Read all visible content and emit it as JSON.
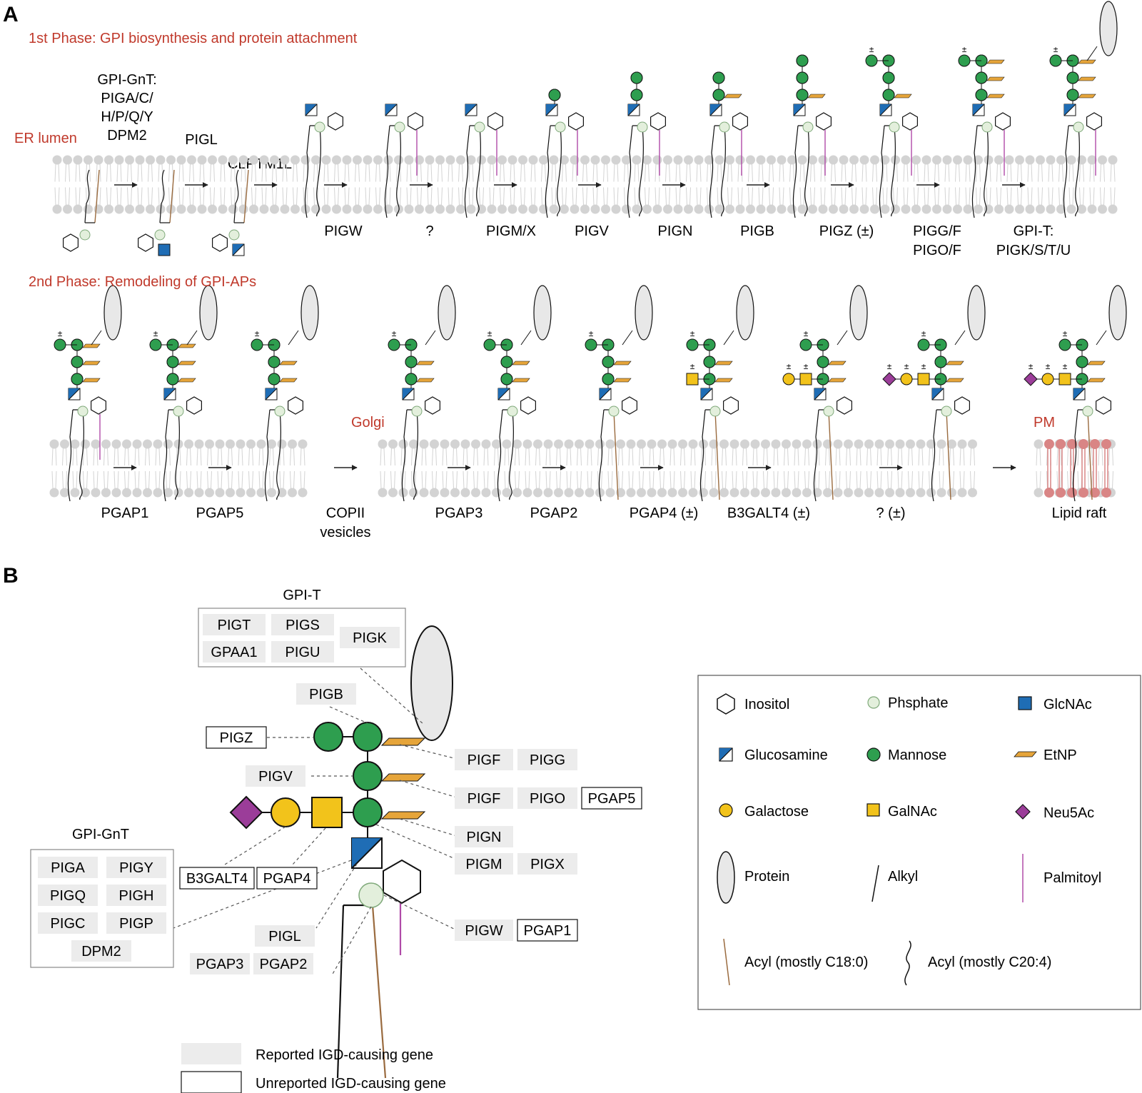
{
  "panel_a": {
    "label": "A",
    "phase1_title": "1st Phase: GPI biosynthesis and protein attachment",
    "er_lumen": "ER lumen",
    "gpignt_line1": "GPI-GnT:",
    "gpignt_line2": "PIGA/C/",
    "gpignt_line3": "H/P/Q/Y",
    "gpignt_line4": "DPM2",
    "pigl": "PIGL",
    "clptm1l": "CLPTM1L",
    "phase1_enzymes": [
      "PIGW",
      "?",
      "PIGM/X",
      "PIGV",
      "PIGN",
      "PIGB",
      "PIGZ (±)",
      "PIGG/F",
      "GPI-T:"
    ],
    "phase1_enzymes_line2": [
      "PIGO/F",
      "PIGK/S/T/U"
    ],
    "phase2_title": "2nd Phase: Remodeling of GPI-APs",
    "golgi": "Golgi",
    "pm": "PM",
    "phase2_enzymes": [
      "PGAP1",
      "PGAP5",
      "COPII",
      "PGAP3",
      "PGAP2",
      "PGAP4 (±)",
      "B3GALT4 (±)",
      "? (±)",
      "Lipid raft"
    ],
    "copii_line2": "vesicles",
    "pm_label": "±"
  },
  "panel_b": {
    "label": "B",
    "gpit_title": "GPI-T",
    "gpit_genes": [
      "PIGT",
      "PIGS",
      "GPAA1",
      "PIGU",
      "PIGK"
    ],
    "gpignt_title": "GPI-GnT",
    "gpignt_genes": [
      "PIGA",
      "PIGY",
      "PIGQ",
      "PIGH",
      "PIGC",
      "PIGP",
      "DPM2"
    ],
    "pigb": "PIGB",
    "pigz": "PIGZ",
    "pigv": "PIGV",
    "pigf_a": "PIGF",
    "pigg": "PIGG",
    "pigf_b": "PIGF",
    "pigo": "PIGO",
    "pgap5": "PGAP5",
    "pign": "PIGN",
    "pigm": "PIGM",
    "pigx": "PIGX",
    "b3galt4": "B3GALT4",
    "pgap4": "PGAP4",
    "pigl": "PIGL",
    "pgap3": "PGAP3",
    "pgap2": "PGAP2",
    "pigw": "PIGW",
    "pgap1": "PGAP1",
    "key_reported": "Reported IGD-causing gene",
    "key_unreported": "Unreported IGD-causing gene"
  },
  "legend": {
    "inositol": "Inositol",
    "phosphate": "Phsphate",
    "glcnac": "GlcNAc",
    "glucosamine": "Glucosamine",
    "mannose": "Mannose",
    "etnp": "EtNP",
    "galactose": "Galactose",
    "galnac": "GalNAc",
    "neu5ac": "Neu5Ac",
    "protein": "Protein",
    "alkyl": "Alkyl",
    "palmitoyl": "Palmitoyl",
    "acyl_c18": "Acyl (mostly C18:0)",
    "acyl_c20": "Acyl (mostly C20:4)"
  },
  "colors": {
    "red_text": "#c0392b",
    "mannose": "#2e9e4f",
    "glcnac": "#1f6db5",
    "etnp": "#e6a53a",
    "galactose": "#f2c31b",
    "neu5ac": "#9b3d99",
    "phosphate_fill": "#e3efdc",
    "protein_fill": "#e8e8e8",
    "membrane": "#d3d3d3",
    "raft": "#d98585",
    "gene_box": "#ececec",
    "palmitoyl": "#b04aa8",
    "acyl": "#9a6b3f"
  }
}
